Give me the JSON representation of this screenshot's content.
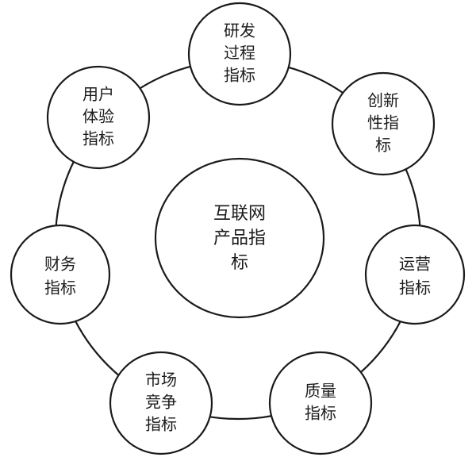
{
  "center": {
    "lines": [
      "互联网",
      "产品指",
      "标"
    ]
  },
  "nodes": [
    {
      "id": "rnd",
      "lines": [
        "研发",
        "过程",
        "指标"
      ]
    },
    {
      "id": "innovation",
      "lines": [
        "创新",
        "性指",
        "标"
      ]
    },
    {
      "id": "operation",
      "lines": [
        "运营",
        "指标"
      ]
    },
    {
      "id": "quality",
      "lines": [
        "质量",
        "指标"
      ]
    },
    {
      "id": "market",
      "lines": [
        "市场",
        "竞争",
        "指标"
      ]
    },
    {
      "id": "finance",
      "lines": [
        "财务",
        "指标"
      ]
    },
    {
      "id": "ux",
      "lines": [
        "用户",
        "体验",
        "指标"
      ]
    }
  ],
  "colors": {
    "stroke": "#1a1a1a",
    "background": "#ffffff"
  }
}
